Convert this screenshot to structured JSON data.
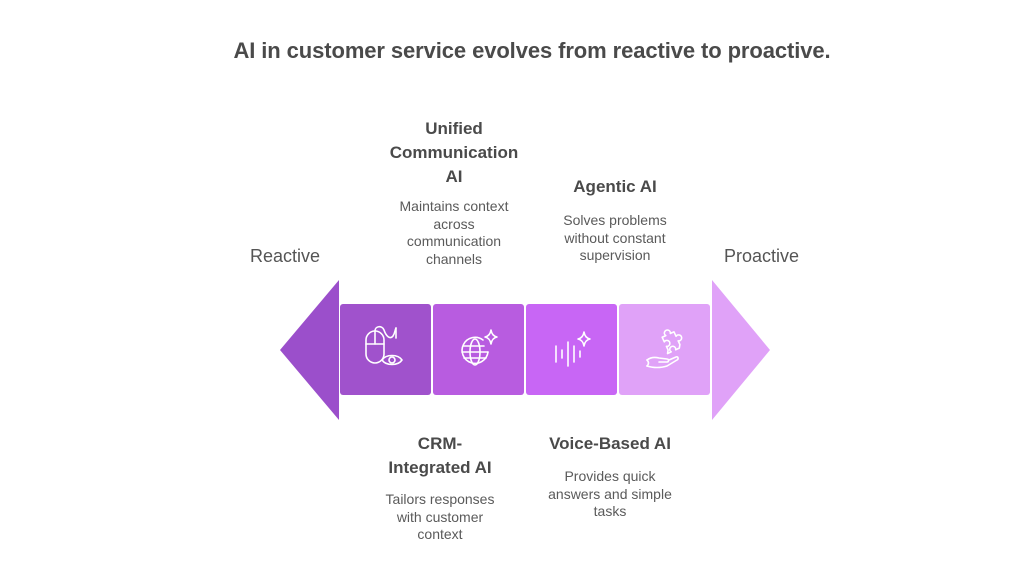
{
  "title": "AI in customer service evolves from reactive to proactive.",
  "axis": {
    "left_label": "Reactive",
    "right_label": "Proactive"
  },
  "colors": {
    "left_arrow": "#9b4fcb",
    "block1": "#a052cc",
    "block2": "#b85ce0",
    "block3": "#c866f5",
    "block4": "#e0a2f8",
    "right_arrow": "#e0a2f8",
    "icon_stroke": "#ffffff"
  },
  "stages": [
    {
      "title_lines": [
        "CRM-",
        "Integrated AI"
      ],
      "description_lines": [
        "Tailors responses",
        "with customer",
        "context"
      ],
      "icon": "mouse-eye-icon",
      "position": "below"
    },
    {
      "title_lines": [
        "Unified",
        "Communication",
        "AI"
      ],
      "description_lines": [
        "Maintains context",
        "across",
        "communication",
        "channels"
      ],
      "icon": "globe-sparkle-icon",
      "position": "above"
    },
    {
      "title_lines": [
        "Voice-Based AI"
      ],
      "description_lines": [
        "Provides quick",
        "answers and simple",
        "tasks"
      ],
      "icon": "soundwave-sparkle-icon",
      "position": "below"
    },
    {
      "title_lines": [
        "Agentic AI"
      ],
      "description_lines": [
        "Solves problems",
        "without constant",
        "supervision"
      ],
      "icon": "hand-puzzle-icon",
      "position": "above"
    }
  ]
}
